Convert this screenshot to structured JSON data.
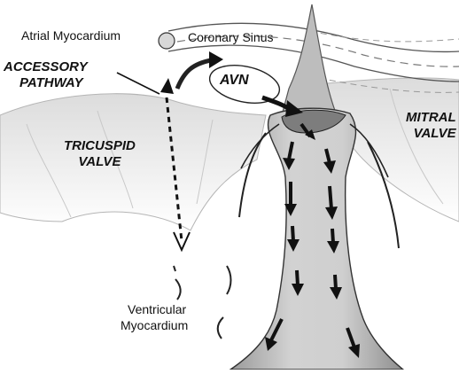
{
  "labels": {
    "atrial_myocardium": "Atrial Myocardium",
    "coronary_sinus": "Coronary Sinus",
    "accessory_pathway": [
      "ACCESSORY",
      "PATHWAY"
    ],
    "avn": "AVN",
    "tricuspid_valve": [
      "TRICUSPID",
      "VALVE"
    ],
    "mitral_valve": [
      "MITRAL",
      "VALVE"
    ],
    "ventricular_myocardium": [
      "Ventricular",
      "Myocardium"
    ]
  },
  "colors": {
    "ink": "#111111",
    "tissue": "#c9c9c9",
    "tissue_light": "#e4e4e4",
    "tissue_dark": "#8c8c8c",
    "avn_fill": "#ffffff"
  }
}
